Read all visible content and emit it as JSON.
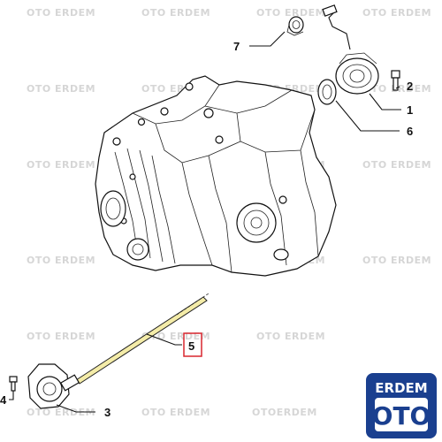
{
  "watermark": {
    "text": "OTO ERDEM",
    "text_alt": "OTOERDEM"
  },
  "callouts": [
    {
      "id": "1",
      "label": "1"
    },
    {
      "id": "2",
      "label": "2"
    },
    {
      "id": "3",
      "label": "3"
    },
    {
      "id": "4",
      "label": "4"
    },
    {
      "id": "5",
      "label": "5"
    },
    {
      "id": "6",
      "label": "6"
    },
    {
      "id": "7",
      "label": "7"
    }
  ],
  "highlight_callout": "5",
  "colors": {
    "rod_fill": "#f4eca8",
    "highlight_box": "#d9262e",
    "logo_blue": "#1a3f8f",
    "watermark": "#d6d6d6"
  },
  "logo": {
    "top_text": "ERDEM",
    "bottom_text": "OTO"
  }
}
